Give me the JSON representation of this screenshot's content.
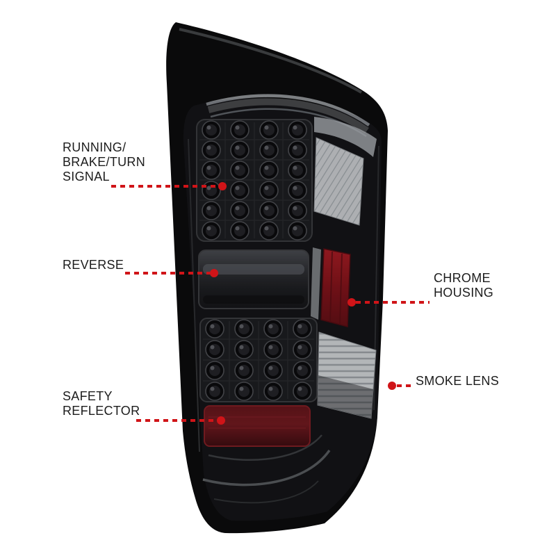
{
  "colors": {
    "accent": "#d01418",
    "text": "#1c1c1c",
    "background": "#ffffff"
  },
  "callouts": [
    {
      "id": "running-brake-turn-signal",
      "lines": [
        "RUNNING/",
        "BRAKE/TURN",
        "SIGNAL"
      ]
    },
    {
      "id": "reverse",
      "lines": [
        "REVERSE"
      ]
    },
    {
      "id": "safety-reflector",
      "lines": [
        "SAFETY",
        "REFLECTOR"
      ]
    },
    {
      "id": "chrome-housing",
      "lines": [
        "CHROME",
        "HOUSING"
      ]
    },
    {
      "id": "smoke-lens",
      "lines": [
        "SMOKE LENS"
      ]
    }
  ]
}
